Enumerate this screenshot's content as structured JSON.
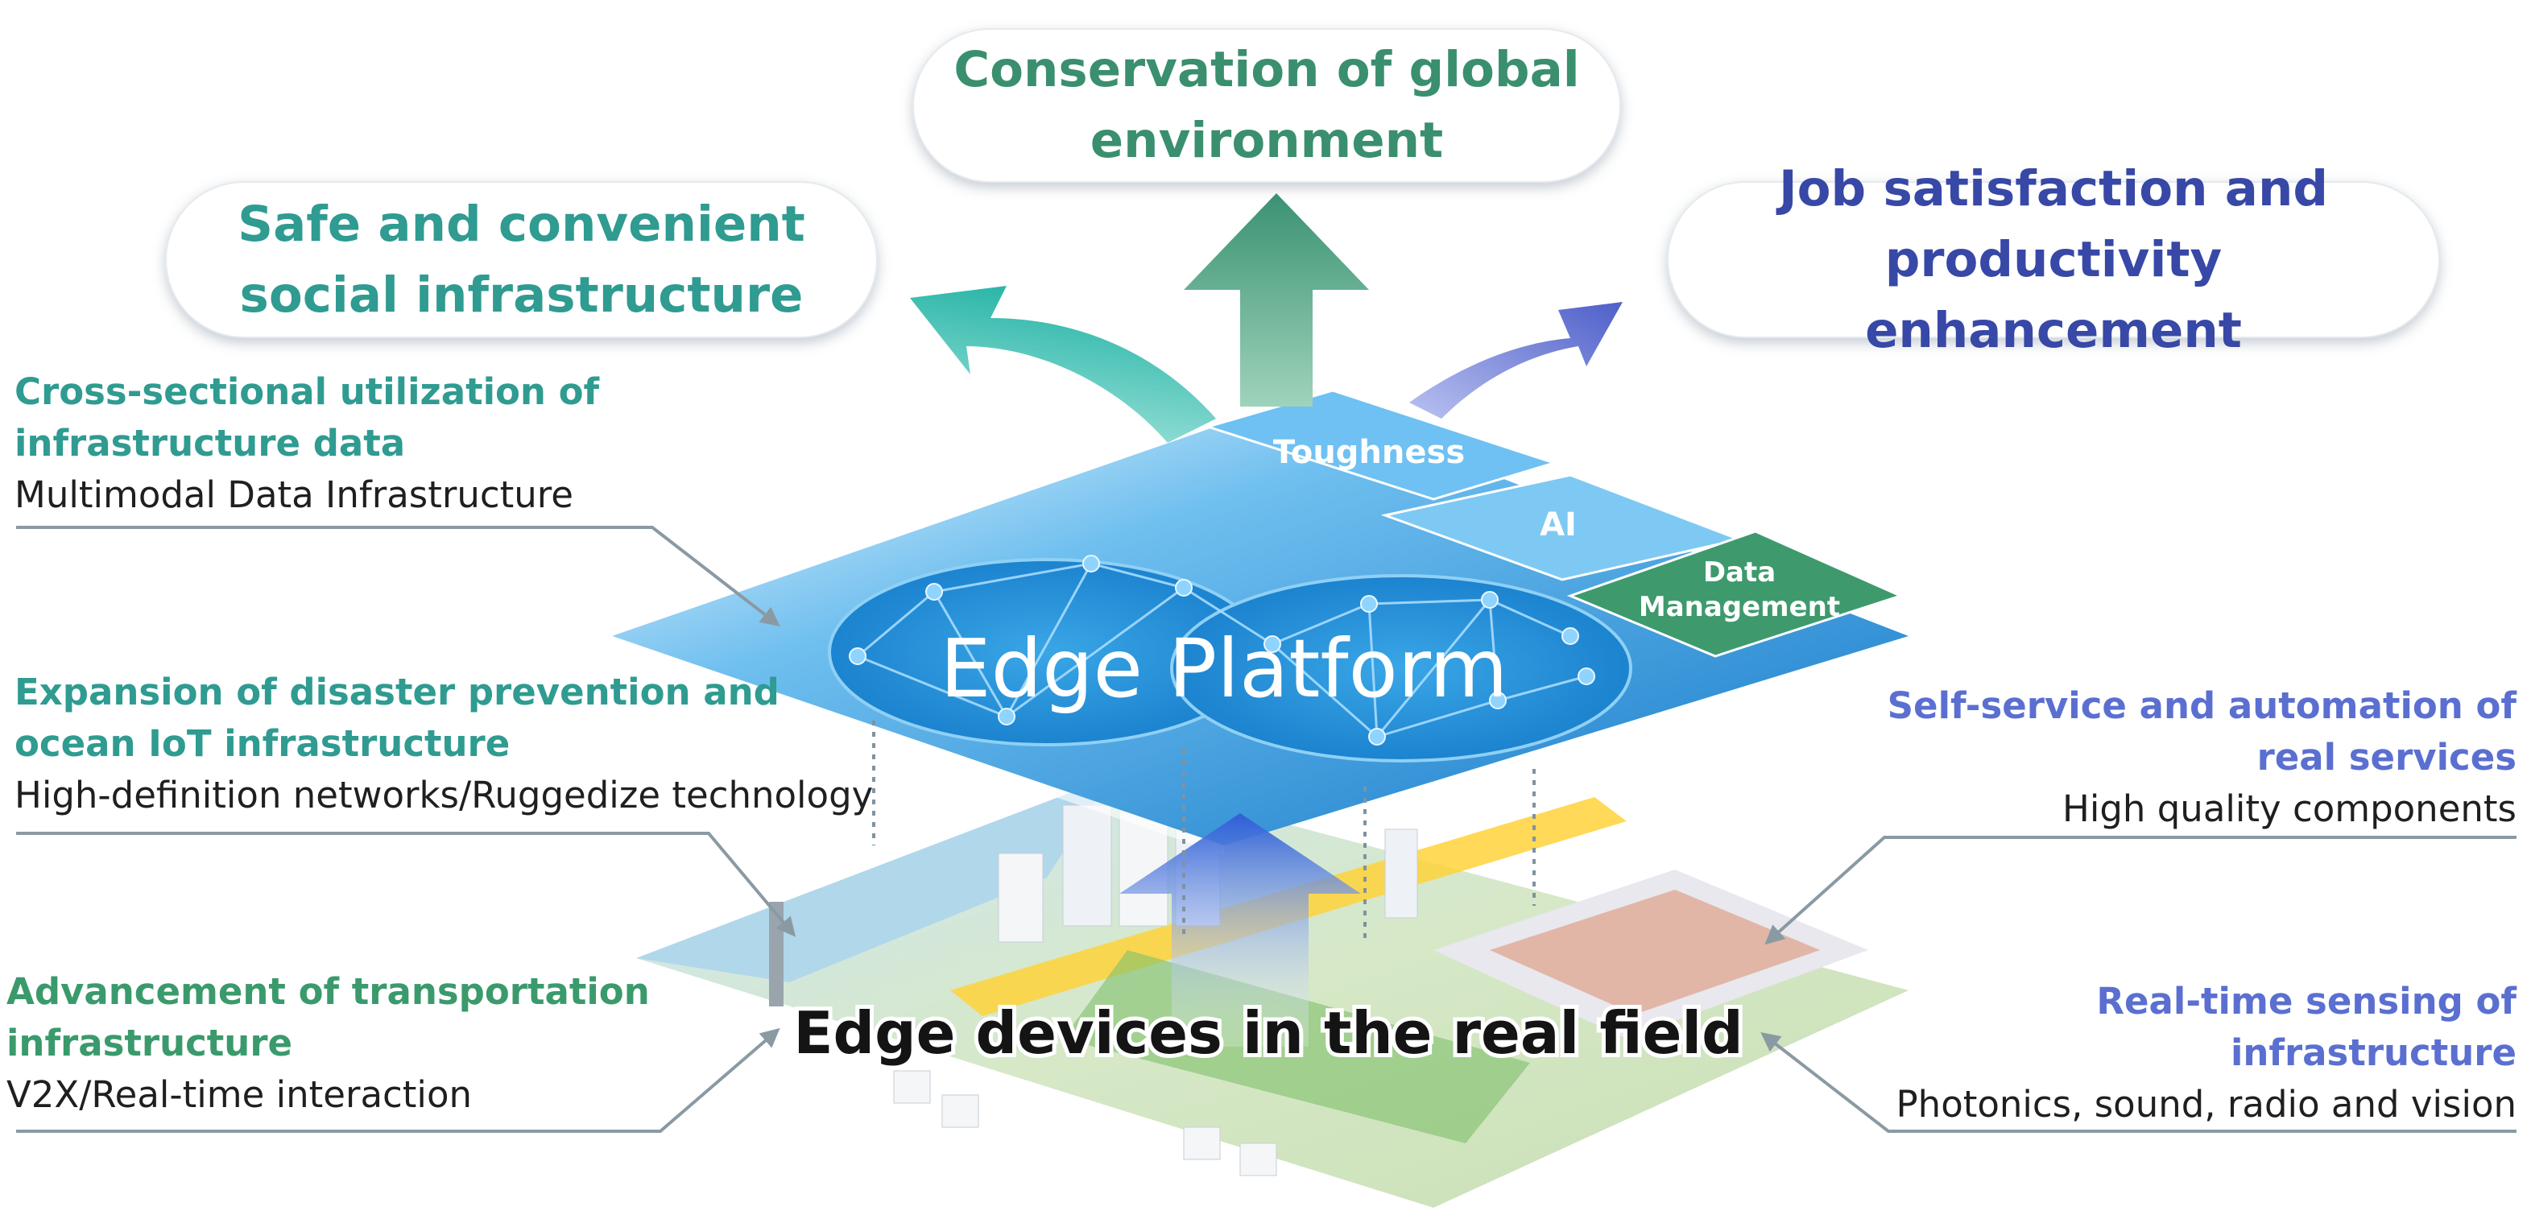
{
  "colors": {
    "teal": "#2f9b91",
    "green": "#3a8f6e",
    "indigo": "#3748a6",
    "purple_blue": "#5b6fd1",
    "platform_blue": "#1e8fd6"
  },
  "goals": {
    "left": {
      "line1": "Safe and convenient",
      "line2": "social infrastructure"
    },
    "center": {
      "line1": "Conservation of global",
      "line2": "environment"
    },
    "right": {
      "line1": "Job satisfaction and",
      "line2": "productivity enhancement"
    }
  },
  "platform": {
    "title": "Edge Platform",
    "tiles": {
      "toughness": "Toughness",
      "ai": "AI",
      "data_line1": "Data",
      "data_line2": "Management"
    }
  },
  "field_title": "Edge devices in the real field",
  "left_labels": [
    {
      "heading1": "Cross-sectional utilization of",
      "heading2": "infrastructure data",
      "sub": "Multimodal Data Infrastructure"
    },
    {
      "heading1": "Expansion of disaster prevention and",
      "heading2": "ocean IoT infrastructure",
      "sub": "High-definition networks/Ruggedize technology"
    },
    {
      "heading1": "Advancement of transportation",
      "heading2": "infrastructure",
      "sub": "V2X/Real-time interaction"
    }
  ],
  "right_labels": [
    {
      "heading1": "Self-service and automation of",
      "heading2": "real services",
      "sub": "High quality components"
    },
    {
      "heading1": "Real-time sensing of",
      "heading2": "infrastructure",
      "sub": "Photonics, sound, radio and vision"
    }
  ]
}
